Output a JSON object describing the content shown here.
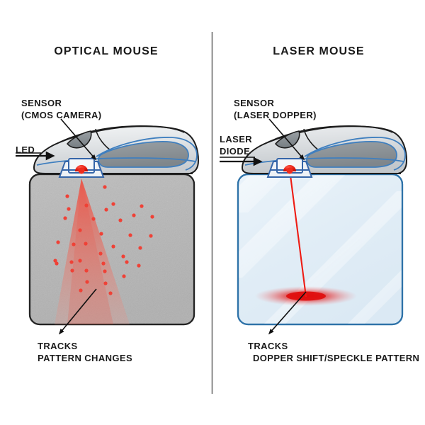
{
  "figure": {
    "background_color": "#ffffff",
    "divider_color": "#6e6e6e"
  },
  "panels": [
    {
      "id": "optical",
      "title": "OPTICAL MOUSE",
      "sensor_label_line1": "SENSOR",
      "sensor_label_line2": "(CMOS CAMERA)",
      "source_label_line1": "LED",
      "source_label_line2": "",
      "tracks_label_line1": "TRACKS",
      "tracks_label_line2": "PATTERN CHANGES",
      "surface_type": "textured-gray-mousepad",
      "surface_fill": "#b3b3b3",
      "surface_stroke": "#232323",
      "beam_type": "cone",
      "beam_color": "#e8392c",
      "speckle_color": "#e8392c",
      "speckle_count": 38
    },
    {
      "id": "laser",
      "title": "LASER MOUSE",
      "sensor_label_line1": "SENSOR",
      "sensor_label_line2": "(LASER DOPPER)",
      "source_label_line1": "LASER",
      "source_label_line2": "DIODE",
      "tracks_label_line1": "TRACKS",
      "tracks_label_line2": "DOPPER SHIFT/SPECKLE PATTERN",
      "surface_type": "glossy-blue-glass",
      "surface_fill": "#e3eef6",
      "surface_stroke": "#2e72a8",
      "beam_type": "ray",
      "beam_color": "#e8201a",
      "spot_color": "#e00d0d"
    }
  ],
  "mouse": {
    "body_fill": "#dfe2e4",
    "body_stroke": "#1c1c1c",
    "accent_stroke": "#3f7fbf",
    "palm_fill": "#8d9296",
    "wheel_fill": "#8b9094",
    "sensor_box_stroke": "#3565a8",
    "led_dome_color": "#e02020"
  },
  "icons": {
    "arrow": "arrow-icon",
    "pointer": "pointer-line-icon"
  }
}
